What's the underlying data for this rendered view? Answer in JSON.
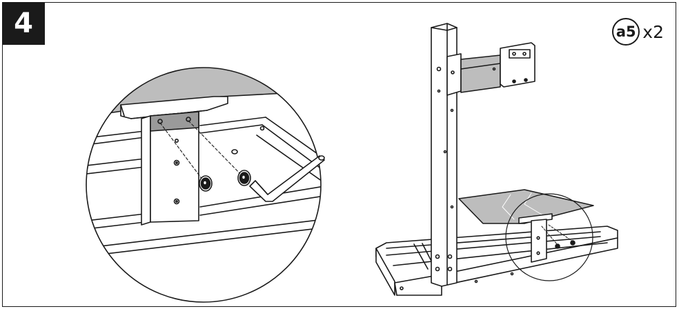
{
  "step": {
    "number": "4"
  },
  "parts_callout": {
    "part_id": "a5",
    "quantity": "x2"
  }
}
